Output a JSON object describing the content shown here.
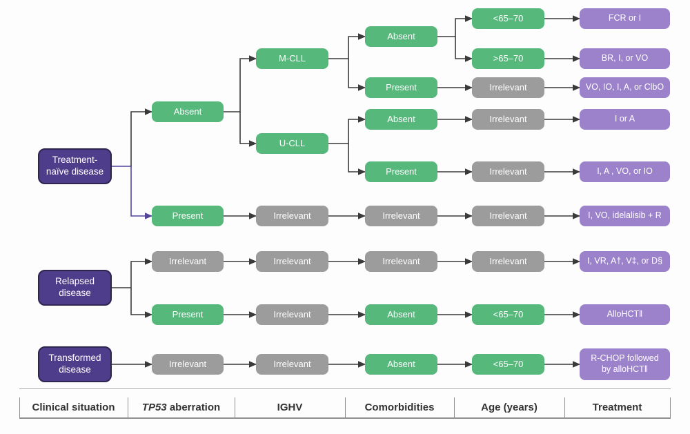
{
  "colors": {
    "node_green": "#57b87c",
    "node_gray": "#9c9c9c",
    "node_light_purple": "#9b82ca",
    "node_dark_purple": "#4e3d8a",
    "node_dark_purple_border": "#2d2450",
    "connector_dark": "#3a3a3a",
    "connector_purple": "#54439a",
    "header_text": "#333333",
    "rule_gray": "#a9a9a9",
    "background": "#fdfdfe"
  },
  "headers": [
    {
      "italic": "",
      "text": "Clinical situation"
    },
    {
      "italic": "TP53",
      "text": " aberration"
    },
    {
      "italic": "",
      "text": "IGHV"
    },
    {
      "italic": "",
      "text": "Comorbidities"
    },
    {
      "italic": "",
      "text": "Age (years)"
    },
    {
      "italic": "",
      "text": "Treatment"
    }
  ],
  "nodes": [
    {
      "id": "tn",
      "column": "Clinical situation",
      "label": "Treatment-\nnaïve disease",
      "kind": "dark"
    },
    {
      "id": "rel",
      "column": "Clinical situation",
      "label": "Relapsed\ndisease",
      "kind": "dark"
    },
    {
      "id": "tra",
      "column": "Clinical situation",
      "label": "Transformed\ndisease",
      "kind": "dark"
    },
    {
      "id": "tp1",
      "column": "TP53 aberration",
      "label": "Absent",
      "kind": "green"
    },
    {
      "id": "tp2",
      "column": "TP53 aberration",
      "label": "Present",
      "kind": "green"
    },
    {
      "id": "tp3",
      "column": "TP53 aberration",
      "label": "Irrelevant",
      "kind": "gray"
    },
    {
      "id": "tp4",
      "column": "TP53 aberration",
      "label": "Present",
      "kind": "green"
    },
    {
      "id": "tp5",
      "column": "TP53 aberration",
      "label": "Irrelevant",
      "kind": "gray"
    },
    {
      "id": "ig1",
      "column": "IGHV",
      "label": "M-CLL",
      "kind": "green"
    },
    {
      "id": "ig2",
      "column": "IGHV",
      "label": "U-CLL",
      "kind": "green"
    },
    {
      "id": "ig3",
      "column": "IGHV",
      "label": "Irrelevant",
      "kind": "gray"
    },
    {
      "id": "ig4",
      "column": "IGHV",
      "label": "Irrelevant",
      "kind": "gray"
    },
    {
      "id": "ig5",
      "column": "IGHV",
      "label": "Irrelevant",
      "kind": "gray"
    },
    {
      "id": "ig6",
      "column": "IGHV",
      "label": "Irrelevant",
      "kind": "gray"
    },
    {
      "id": "co1",
      "column": "Comorbidities",
      "label": "Absent",
      "kind": "green"
    },
    {
      "id": "co2",
      "column": "Comorbidities",
      "label": "Present",
      "kind": "green"
    },
    {
      "id": "co3",
      "column": "Comorbidities",
      "label": "Absent",
      "kind": "green"
    },
    {
      "id": "co4",
      "column": "Comorbidities",
      "label": "Present",
      "kind": "green"
    },
    {
      "id": "co5",
      "column": "Comorbidities",
      "label": "Irrelevant",
      "kind": "gray"
    },
    {
      "id": "co6",
      "column": "Comorbidities",
      "label": "Irrelevant",
      "kind": "gray"
    },
    {
      "id": "co7",
      "column": "Comorbidities",
      "label": "Absent",
      "kind": "green"
    },
    {
      "id": "co8",
      "column": "Comorbidities",
      "label": "Absent",
      "kind": "green"
    },
    {
      "id": "ag1",
      "column": "Age (years)",
      "label": "<65–70",
      "kind": "green"
    },
    {
      "id": "ag2",
      "column": "Age (years)",
      "label": ">65–70",
      "kind": "green"
    },
    {
      "id": "ag3",
      "column": "Age (years)",
      "label": "Irrelevant",
      "kind": "gray"
    },
    {
      "id": "ag4",
      "column": "Age (years)",
      "label": "Irrelevant",
      "kind": "gray"
    },
    {
      "id": "ag5",
      "column": "Age (years)",
      "label": "Irrelevant",
      "kind": "gray"
    },
    {
      "id": "ag6",
      "column": "Age (years)",
      "label": "Irrelevant",
      "kind": "gray"
    },
    {
      "id": "ag7",
      "column": "Age (years)",
      "label": "Irrelevant",
      "kind": "gray"
    },
    {
      "id": "ag8",
      "column": "Age (years)",
      "label": "<65–70",
      "kind": "green"
    },
    {
      "id": "ag9",
      "column": "Age (years)",
      "label": "<65–70",
      "kind": "green"
    },
    {
      "id": "tr1",
      "column": "Treatment",
      "label": "FCR or I",
      "kind": "purple"
    },
    {
      "id": "tr2",
      "column": "Treatment",
      "label": "BR, I, or VO",
      "kind": "purple"
    },
    {
      "id": "tr3",
      "column": "Treatment",
      "label": "VO, IO, I, A, or ClbO",
      "kind": "purple"
    },
    {
      "id": "tr4",
      "column": "Treatment",
      "label": "I or A",
      "kind": "purple"
    },
    {
      "id": "tr5",
      "column": "Treatment",
      "label": "I, A , VO, or IO",
      "kind": "purple"
    },
    {
      "id": "tr6",
      "column": "Treatment",
      "label": "I, VO, idelalisib + R",
      "kind": "purple"
    },
    {
      "id": "tr7",
      "column": "Treatment",
      "label": "I, VR, A†, V‡, or D§",
      "kind": "purple"
    },
    {
      "id": "tr8",
      "column": "Treatment",
      "label": "AlloHCT‖",
      "kind": "purple"
    },
    {
      "id": "tr9",
      "column": "Treatment",
      "label": "R-CHOP followed\nby alloHCT‖",
      "kind": "purple"
    }
  ],
  "edges": [
    "tn→tp1",
    "tn→tp2",
    "tp1→ig1",
    "tp1→ig2",
    "ig1→co1",
    "ig1→co2",
    "ig2→co3",
    "ig2→co4",
    "co1→ag1",
    "co1→ag2",
    "co2→ag3",
    "co3→ag4",
    "co4→ag5",
    "tp2→ig3",
    "ig3→co5",
    "co5→ag6",
    "rel→tp3",
    "rel→tp4",
    "tp3→ig4",
    "ig4→co6",
    "co6→ag7",
    "tp4→ig5",
    "ig5→co7",
    "co7→ag8",
    "tra→tp5",
    "tp5→ig6",
    "ig6→co8",
    "co8→ag9",
    "ag1→tr1",
    "ag2→tr2",
    "ag3→tr3",
    "ag4→tr4",
    "ag5→tr5",
    "ag6→tr6",
    "ag7→tr7",
    "ag8→tr8",
    "ag9→tr9"
  ]
}
